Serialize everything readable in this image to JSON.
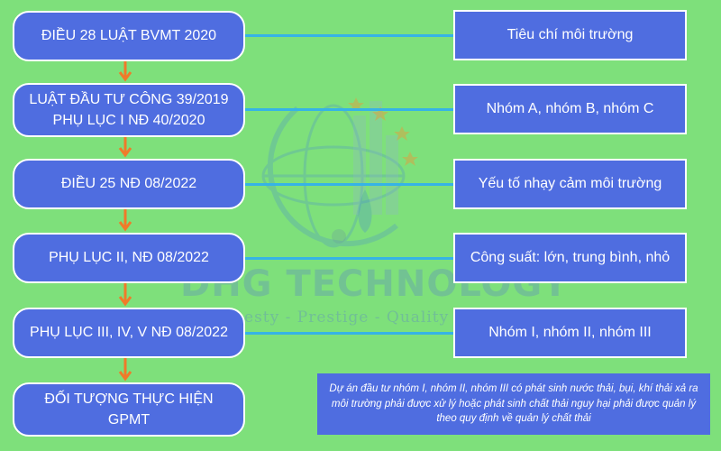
{
  "colors": {
    "background": "#7ee07b",
    "box": "#4f6de0",
    "connector": "#36b3e6",
    "arrow": "#f07a2a"
  },
  "left_steps": [
    {
      "line1": "ĐIỀU 28  LUẬT BVMT 2020",
      "line2": ""
    },
    {
      "line1": "LUẬT ĐẦU TƯ CÔNG 39/2019",
      "line2": "PHỤ LỤC I NĐ 40/2020"
    },
    {
      "line1": "ĐIỀU 25 NĐ 08/2022",
      "line2": ""
    },
    {
      "line1": "PHỤ LỤC II, NĐ 08/2022",
      "line2": ""
    },
    {
      "line1": "PHỤ LỤC III, IV, V NĐ 08/2022",
      "line2": ""
    },
    {
      "line1": "ĐỐI TƯỢNG THỰC HIỆN",
      "line2": "GPMT"
    }
  ],
  "right_items": [
    "Tiêu chí môi trường",
    "Nhóm A, nhóm B, nhóm C",
    "Yếu tố nhạy cảm môi trường",
    "Công suất: lớn, trung bình, nhỏ",
    "Nhóm I, nhóm II, nhóm III"
  ],
  "note": "Dự án đầu tư nhóm I, nhóm II, nhóm III có phát sinh nước thải, bụi, khí thải xả ra môi trường phải được xử lý hoặc phát sinh chất thải nguy hại phải được quản lý theo quy định về quản lý chất thải",
  "watermark": {
    "title": "DHG TECHNOLOGY",
    "tagline": "Honesty - Prestige - Quality"
  }
}
